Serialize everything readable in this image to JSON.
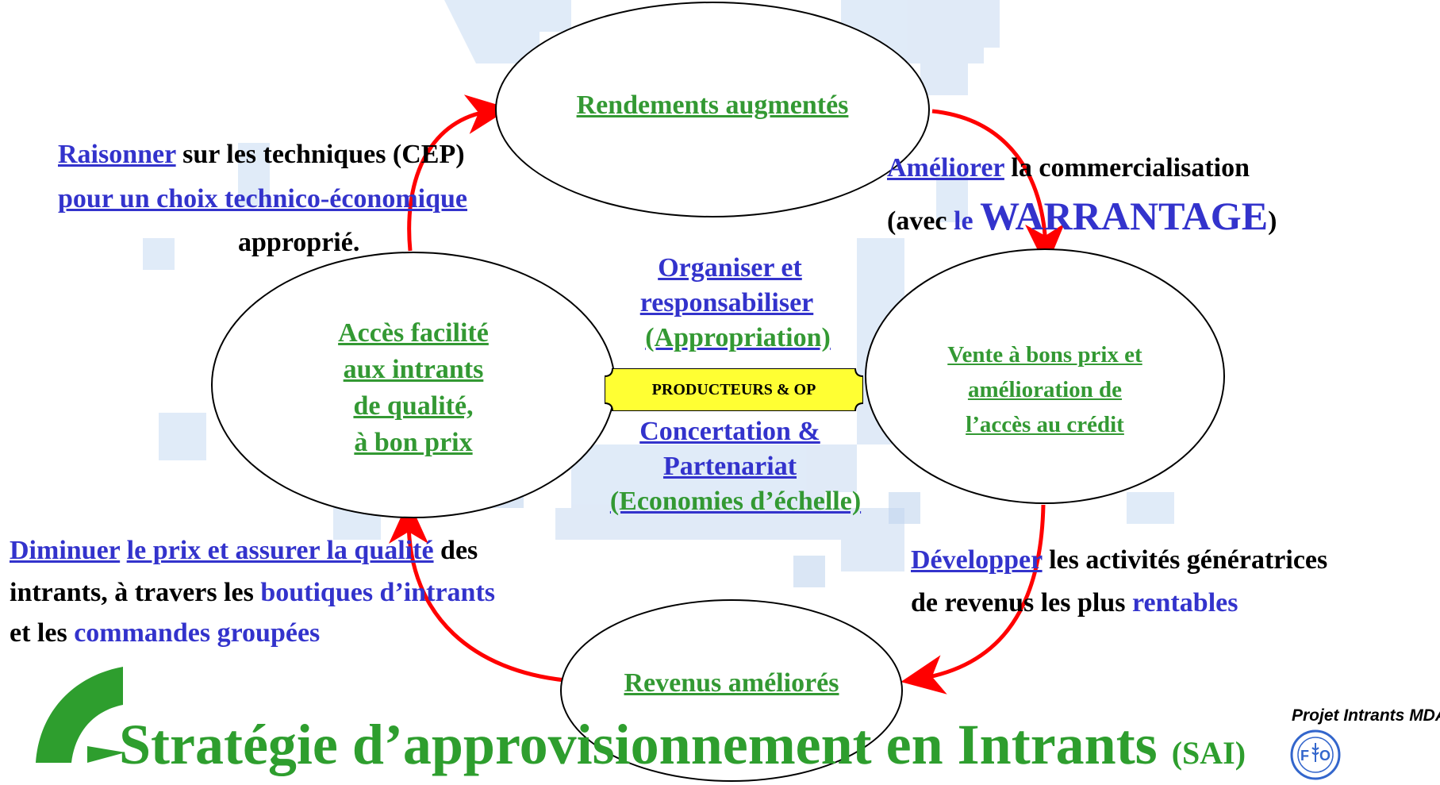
{
  "colors": {
    "green": "#339933",
    "blue": "#3333cc",
    "arrow": "#ff0000",
    "center_fill": "#ffff33",
    "banner_green": "#2e9e2e"
  },
  "ellipses": {
    "top": "Rendements augmentés",
    "left": [
      "Accès facilité",
      "aux intrants",
      "de qualité,",
      "à bon prix"
    ],
    "right": [
      "Vente à bons prix et",
      "amélioration de",
      "l’accès au crédit"
    ],
    "bottom": "Revenus améliorés"
  },
  "center": {
    "organiser": [
      "Organiser et",
      "responsabiliser",
      "(Appropriation)"
    ],
    "box": "PRODUCTEURS & OP",
    "concertation": [
      "Concertation &",
      "Partenariat",
      "(Economies d’échelle)"
    ]
  },
  "text_top_left": {
    "raisonner": "Raisonner",
    "rest1": " sur les techniques (CEP)",
    "line2": "pour un choix technico-économique",
    "line3": "approprié."
  },
  "text_top_right": {
    "ameliorer": "Améliorer",
    "rest1": " la commercialisation",
    "avec": "(avec ",
    "le": "le ",
    "warrantage": "WARRANTAGE",
    "close": ")"
  },
  "text_bottom_left": {
    "diminuer": "Diminuer",
    "prix": "le prix et assurer la qualité",
    "des": " des",
    "l2a": "intrants, à travers les ",
    "boutiques": "boutiques d’intrants",
    "l3a": "et les ",
    "commandes": "commandes groupées"
  },
  "text_bottom_right": {
    "developper": "Développer",
    "rest1": " les activités génératrices",
    "l2a": "de revenus les plus ",
    "rentables": "rentables"
  },
  "banner": {
    "main": "Stratégie d’approvisionnement en Intrants",
    "sub": "(SAI)"
  },
  "projet": "Projet Intrants MDA",
  "logo": {
    "letters": [
      "F",
      "O"
    ],
    "name": "fao-logo"
  }
}
